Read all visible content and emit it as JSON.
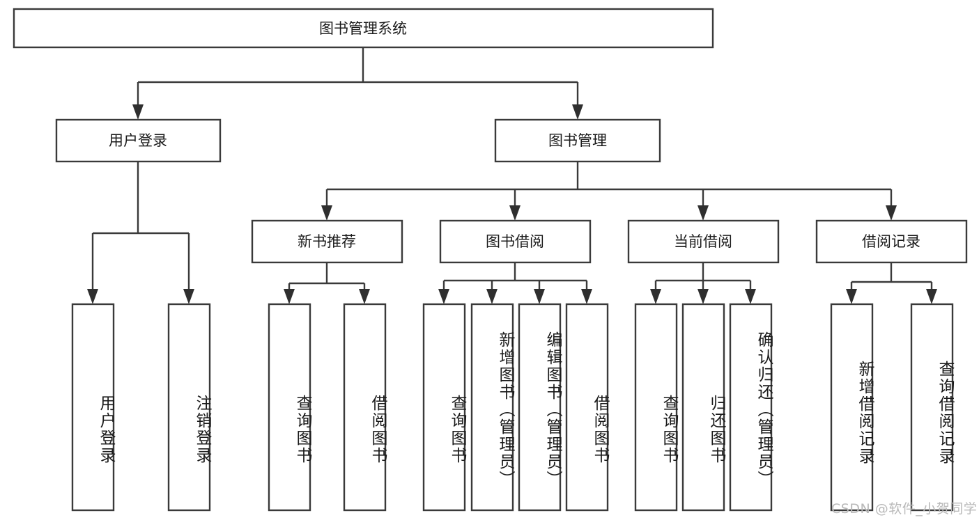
{
  "diagram": {
    "type": "tree",
    "title": "图书管理系统",
    "orientation": "top-down",
    "colors": {
      "box_stroke": "#3a3a3a",
      "box_fill": "#ffffff",
      "text": "#1a1a1a",
      "connector": "#3a3a3a",
      "watermark": "#b9b9b9",
      "background": "#ffffff"
    },
    "root": {
      "label": "图书管理系统",
      "orientation": "horizontal"
    },
    "level2": [
      {
        "label": "用户登录",
        "orientation": "horizontal"
      },
      {
        "label": "图书管理",
        "orientation": "horizontal"
      }
    ],
    "level3": [
      {
        "label": "新书推荐",
        "orientation": "horizontal"
      },
      {
        "label": "图书借阅",
        "orientation": "horizontal"
      },
      {
        "label": "当前借阅",
        "orientation": "horizontal"
      },
      {
        "label": "借阅记录",
        "orientation": "horizontal"
      }
    ],
    "leaves": {
      "user_login": [
        {
          "label": "用户登录",
          "orientation": "vertical"
        },
        {
          "label": "注销登录",
          "orientation": "vertical"
        }
      ],
      "new_book_recommend": [
        {
          "label": "查询图书",
          "orientation": "vertical"
        },
        {
          "label": "借阅图书",
          "orientation": "vertical"
        }
      ],
      "book_borrow": [
        {
          "label": "查询图书",
          "orientation": "vertical"
        },
        {
          "label": "新增图书（管理员）",
          "orientation": "vertical"
        },
        {
          "label": "编辑图书（管理员）",
          "orientation": "vertical"
        },
        {
          "label": "借阅图书",
          "orientation": "vertical"
        }
      ],
      "current_borrow": [
        {
          "label": "查询图书",
          "orientation": "vertical"
        },
        {
          "label": "归还图书",
          "orientation": "vertical"
        },
        {
          "label": "确认归还（管理员）",
          "orientation": "vertical"
        }
      ],
      "borrow_record": [
        {
          "label": "新增借阅记录",
          "orientation": "vertical"
        },
        {
          "label": "查询借阅记录",
          "orientation": "vertical"
        }
      ]
    }
  },
  "watermark": {
    "text": "CSDN @软件_小贺同学"
  }
}
